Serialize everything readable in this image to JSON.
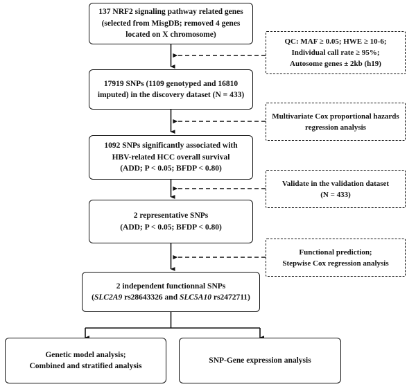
{
  "figure": {
    "type": "flowchart",
    "title": "Study workflow of NRF2 signaling pathway SNPs and HBV-related HCC overall survival",
    "background_color": "#ffffff",
    "line_color": "#111111"
  },
  "nodes": [
    {
      "id": "genes",
      "lines": [
        "137 NRF2 signaling pathway related genes",
        "(selected from MisgDB; removed 4 genes",
        "located on X chromosome)"
      ]
    },
    {
      "id": "snps-discovery",
      "lines": [
        "17919 SNPs (1109 genotyped and 16810",
        "imputed)  in the discovery dataset (N = 433)"
      ]
    },
    {
      "id": "snps-significant",
      "lines": [
        "1092 SNPs significantly associated with",
        "HBV-related HCC overall survival",
        "(ADD; P < 0.05; BFDP < 0.80)"
      ]
    },
    {
      "id": "snps-representative",
      "lines": [
        "2 representative SNPs",
        "(ADD; P < 0.05; BFDP < 0.80)"
      ]
    },
    {
      "id": "snps-functional",
      "lines": [
        "2 independent functionnal SNPs",
        "(SLC2A9 rs28643326 and SLC5A10 rs2472711)"
      ],
      "italic_terms": [
        "SLC2A9",
        "SLC5A10"
      ]
    },
    {
      "id": "genetic-model",
      "lines": [
        "Genetic model analysis;",
        "Combined and stratified analysis"
      ]
    },
    {
      "id": "snp-gene-expression",
      "lines": [
        "SNP-Gene expression analysis"
      ]
    }
  ],
  "notes": [
    {
      "id": "qc",
      "lines": [
        "QC: MAF ≥ 0.05; HWE ≥ 10-6;",
        "Individual call rate ≥ 95%;",
        "Autosome genes ± 2kb (h19)"
      ]
    },
    {
      "id": "cox",
      "lines": [
        "Multivariate Cox proportional hazards",
        "regression analysis"
      ]
    },
    {
      "id": "validation",
      "lines": [
        "Validate in the validation dataset",
        "(N = 433)"
      ]
    },
    {
      "id": "functional-prediction",
      "lines": [
        "Functional prediction;",
        "Stepwise Cox  regression analysis"
      ]
    }
  ]
}
